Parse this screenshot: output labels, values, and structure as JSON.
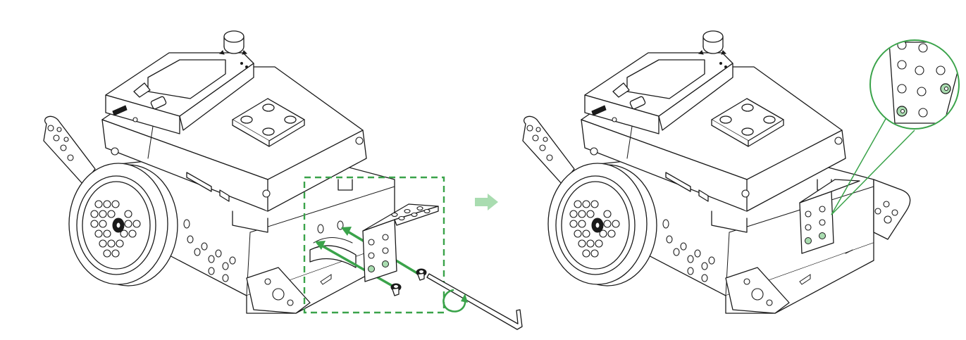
{
  "colors": {
    "accent": "#3aa34a",
    "accent_light": "#a9dcb0",
    "line": "#1a1a1a",
    "background": "#ffffff"
  },
  "steps": {
    "before": {
      "icon": "robot-before-bracket"
    },
    "transition": {
      "icon": "arrow-right-icon"
    },
    "after": {
      "icon": "robot-after-bracket",
      "detail_icon": "magnifier-callout"
    }
  },
  "tools": {
    "icon": "hex-key-icon",
    "rotation_icon": "rotate-clockwise-icon"
  }
}
